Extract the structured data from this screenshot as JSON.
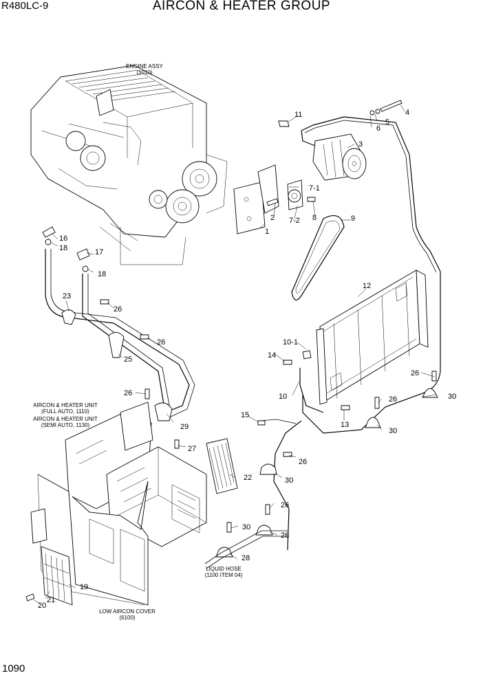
{
  "header": {
    "model": "R480LC-9",
    "title": "AIRCON & HEATER GROUP"
  },
  "footer": {
    "page_number": "1090"
  },
  "notes": {
    "engine": [
      "ENGINE ASSY",
      "(1010)"
    ],
    "unit": [
      "AIRCON & HEATER UNIT",
      "(FULL AUTO, 1110)",
      "AIRCON & HEATER UNIT",
      "(SEMI AUTO, 1130)"
    ],
    "hose": [
      "LIQUID HOSE",
      "(1100 ITEM 04)"
    ],
    "cover": [
      "LOW AIRCON COVER",
      "(6100)"
    ]
  },
  "callouts": [
    "1",
    "2",
    "3",
    "4",
    "5",
    "6",
    "7-1",
    "7-2",
    "8",
    "9",
    "10",
    "10-1",
    "11",
    "12",
    "13",
    "14",
    "15",
    "16",
    "17",
    "18",
    "18",
    "19",
    "20",
    "21",
    "22",
    "23",
    "25",
    "26",
    "26",
    "26",
    "26",
    "26",
    "26",
    "26",
    "27",
    "28",
    "28",
    "29",
    "30",
    "30",
    "30",
    "30"
  ]
}
